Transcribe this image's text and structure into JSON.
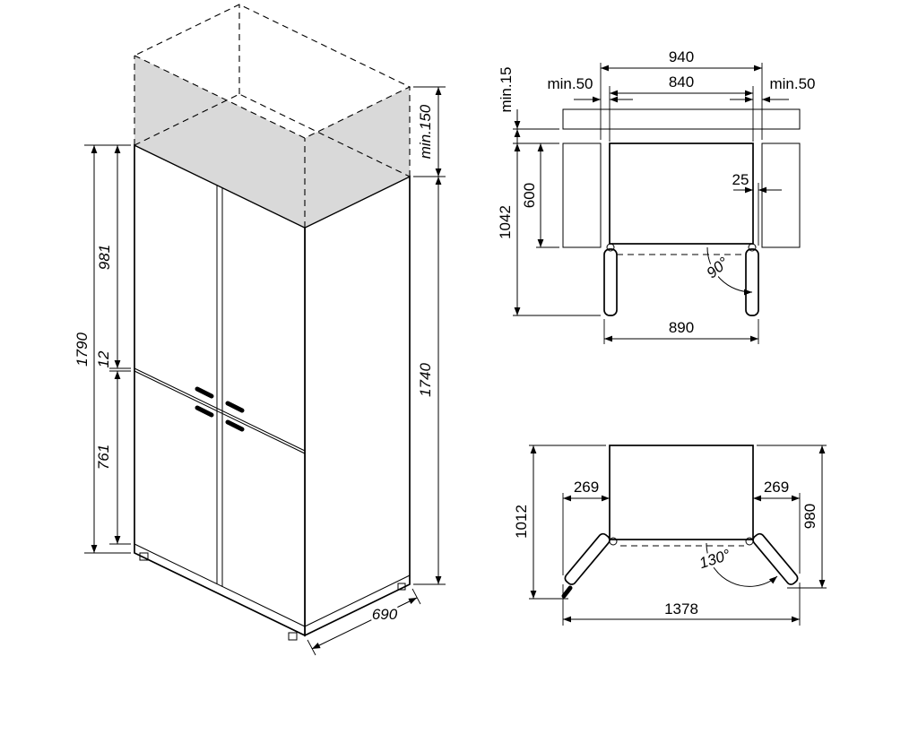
{
  "colors": {
    "panel_grey": "#d9d9d9",
    "line_black": "#000000"
  },
  "iso_view": {
    "labels": {
      "total_height": "1790",
      "upper_section": "981",
      "gap": "12",
      "lower_section": "761",
      "top_clearance": "min.150",
      "body_height": "1740",
      "depth": "690"
    }
  },
  "top_view_90": {
    "labels": {
      "niche_width": "940",
      "unit_width": "840",
      "clearance_left": "min.50",
      "clearance_right": "min.50",
      "rear_clearance": "min.15",
      "total_depth": "1042",
      "cabinet_depth": "600",
      "door_thickness": "25",
      "door_angle": "90°",
      "doors_width": "890"
    }
  },
  "top_view_130": {
    "labels": {
      "total_depth": "1012",
      "protrusion_left": "269",
      "protrusion_right": "269",
      "depth_right": "980",
      "total_width": "1378",
      "door_angle": "130°"
    }
  }
}
